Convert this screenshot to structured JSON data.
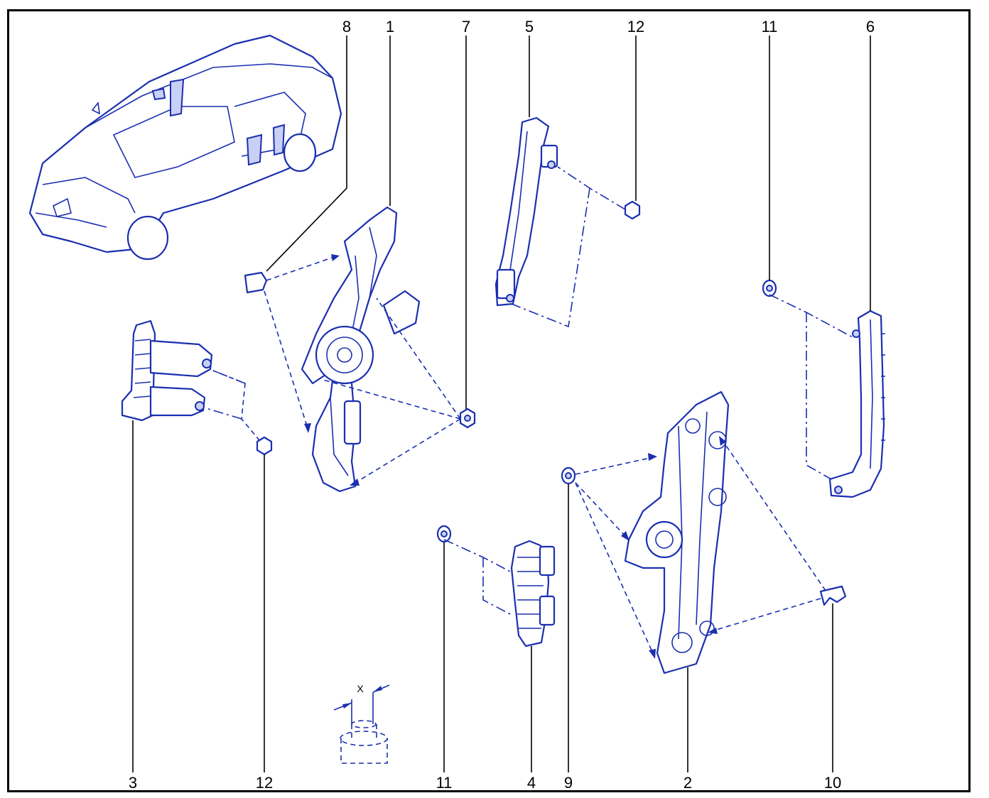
{
  "callouts": [
    {
      "id": "8",
      "text": "8"
    },
    {
      "id": "1",
      "text": "1"
    },
    {
      "id": "7",
      "text": "7"
    },
    {
      "id": "5",
      "text": "5"
    },
    {
      "id": "12",
      "text": "12"
    },
    {
      "id": "11",
      "text": "11"
    },
    {
      "id": "6",
      "text": "6"
    },
    {
      "id": "3",
      "text": "3"
    },
    {
      "id": "12b",
      "text": "12"
    },
    {
      "id": "11b",
      "text": "11"
    },
    {
      "id": "4",
      "text": "4"
    },
    {
      "id": "9",
      "text": "9"
    },
    {
      "id": "2",
      "text": "2"
    },
    {
      "id": "10",
      "text": "10"
    }
  ],
  "dimension_label": "X",
  "colors": {
    "line": "#1a2fb0",
    "fill": "#c9d0f5",
    "text": "#000000",
    "frame": "#000000"
  }
}
